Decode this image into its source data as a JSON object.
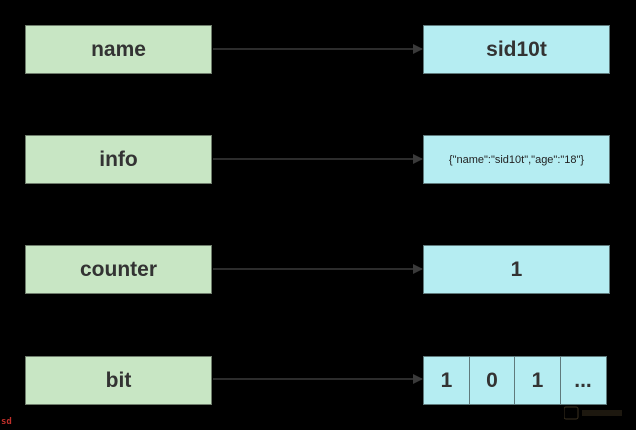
{
  "diagram": {
    "rows": [
      {
        "key": "name",
        "value": "sid10t"
      },
      {
        "key": "info",
        "value": "{\"name\":\"sid10t\",\"age\":\"18\"}"
      },
      {
        "key": "counter",
        "value": "1"
      },
      {
        "key": "bit",
        "cells": [
          "1",
          "0",
          "1",
          "..."
        ]
      }
    ]
  },
  "corner_mark": "sd",
  "colors": {
    "background": "#000000",
    "key_fill": "#c8e6c4",
    "value_fill": "#b5edf2",
    "arrow": "#3a3a3a",
    "text": "#333333"
  }
}
